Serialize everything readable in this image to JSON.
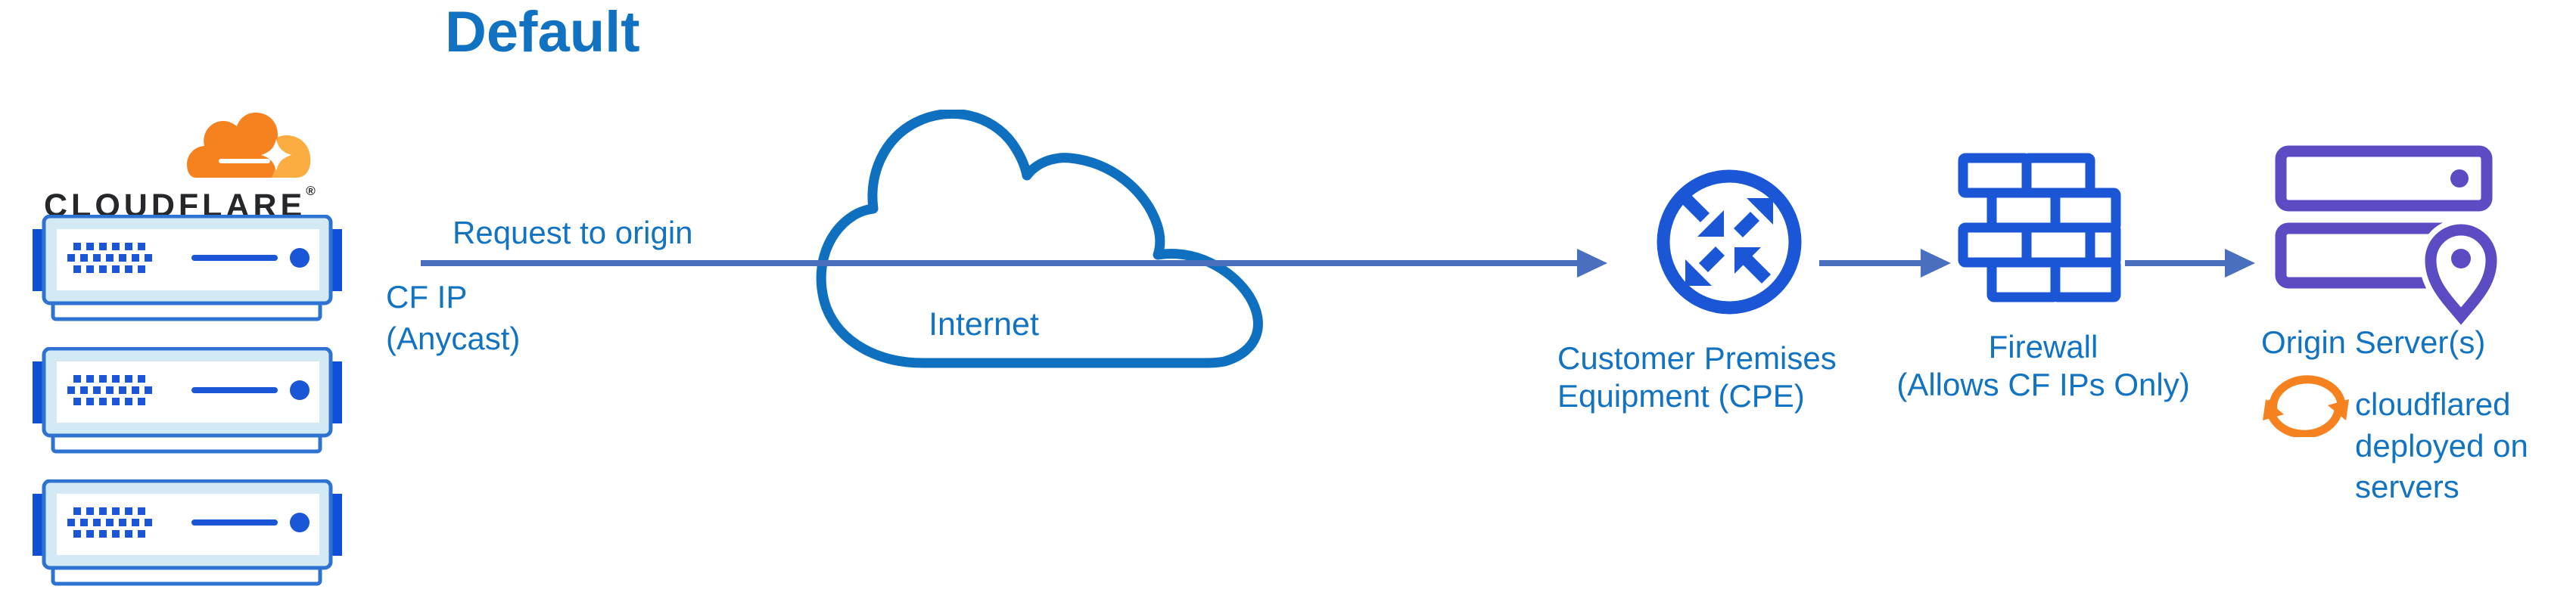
{
  "title": "Default",
  "brand": {
    "wordmark": "CLOUDFLARE",
    "registered": "®"
  },
  "flow": {
    "request_label": "Request to origin",
    "ip_label": "CF IP\n(Anycast)"
  },
  "internet": {
    "label": "Internet"
  },
  "cpe": {
    "label": "Customer Premises\nEquipment (CPE)"
  },
  "firewall": {
    "label": "Firewall\n(Allows CF IPs Only)"
  },
  "origin": {
    "label": "Origin Server(s)",
    "note": "cloudflared\ndeployed on\nservers"
  },
  "icons": {
    "cloudflare-logo": "orange cloudflare cloud",
    "cf-server-icon": "blue edge server rack (x3)",
    "internet-cloud-icon": "blue cloud outline",
    "cpe-icon": "circle with four diagonal arrows (router)",
    "firewall-icon": "blue brick wall",
    "origin-servers-icon": "purple server racks with location pin",
    "sync-icon": "orange circular arrows"
  },
  "colors": {
    "title_blue": "#1272C2",
    "label_blue": "#1173C2",
    "icon_blue": "#1A56D6",
    "server_outline_blue": "#2E73D2",
    "server_bezel_blue": "#D3EAF4",
    "server_tab_blue": "#0F4FD6",
    "connector_blue": "#4A6FBE",
    "cloud_outline_blue": "#1070C0",
    "origin_purple": "#5B4CC4",
    "cf_orange": "#F6821F",
    "cf_orange_light": "#FBAD41",
    "wordmark_dark": "#26272A"
  }
}
